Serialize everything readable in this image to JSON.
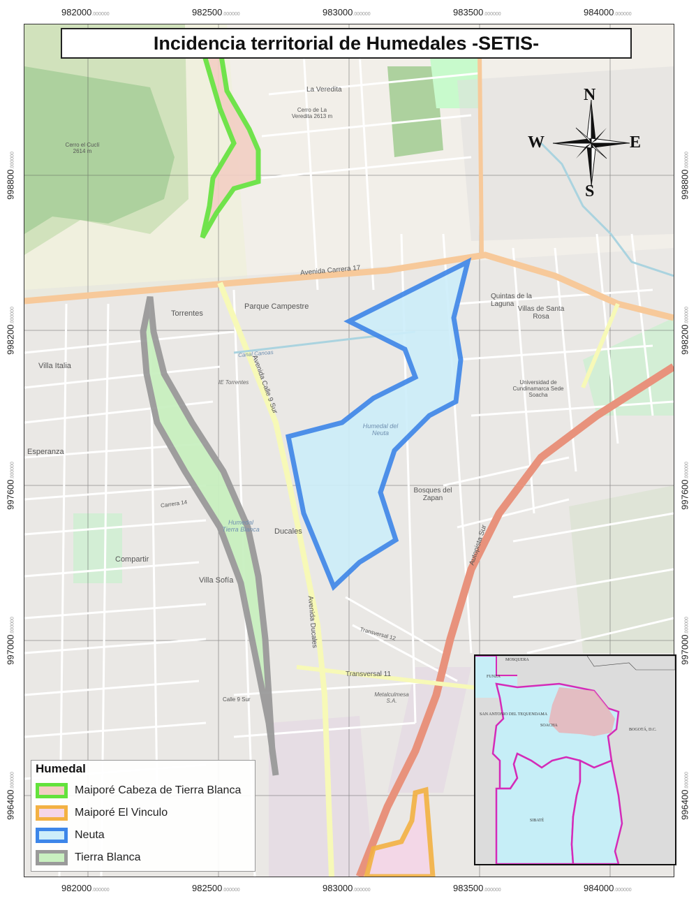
{
  "title": "Incidencia territorial de Humedales -SETIS-",
  "x_ticks": [
    {
      "main": "982000",
      "dec": ".000000"
    },
    {
      "main": "982500",
      "dec": ".000000"
    },
    {
      "main": "983000",
      "dec": ".000000"
    },
    {
      "main": "983500",
      "dec": ".000000"
    },
    {
      "main": "984000",
      "dec": ".000000"
    }
  ],
  "y_ticks": [
    {
      "main": "998800",
      "dec": ".000000"
    },
    {
      "main": "998200",
      "dec": ".000000"
    },
    {
      "main": "997600",
      "dec": ".000000"
    },
    {
      "main": "997000",
      "dec": ".000000"
    },
    {
      "main": "996400",
      "dec": ".000000"
    }
  ],
  "compass": {
    "n": "N",
    "s": "S",
    "e": "E",
    "w": "W"
  },
  "legend": {
    "title": "Humedal",
    "items": [
      {
        "label": "Maiporé Cabeza de Tierra Blanca",
        "fill": "#f3cfc4",
        "stroke": "#63e23c"
      },
      {
        "label": "Maiporé El Vinculo",
        "fill": "#f5d6e8",
        "stroke": "#f3b143"
      },
      {
        "label": "Neuta",
        "fill": "#cdeefa",
        "stroke": "#3d86e9"
      },
      {
        "label": "Tierra Blanca",
        "fill": "#c9f0c0",
        "stroke": "#9a9a9a"
      }
    ]
  },
  "inset": {
    "labels": {
      "mosquera": "MOSQUERA",
      "funza": "FUNZA",
      "san_antonio": "SAN ANTONIO DEL TEQUENDAMA",
      "soacha": "SOACHA",
      "bogota": "BOGOTÁ, D.C.",
      "sibate": "SIBATÉ"
    },
    "colors": {
      "water": "#c6eef7",
      "land": "#dcdcdc",
      "boundary": "#d42bb8",
      "urban": "#e8b4b8"
    }
  },
  "map_labels": {
    "avenida_carrera_17": "Avenida Carrera 17",
    "parque_campestre": "Parque Campestre",
    "torrentes": "Torrentes",
    "villa_italia": "Villa Italia",
    "esperanza": "Esperanza",
    "compartir": "Compartir",
    "villa_sofia": "Villa Sofía",
    "ducales": "Ducales",
    "bosques_del_zapan": "Bosques del Zapan",
    "villas_de_santa_rosa": "Villas de Santa Rosa",
    "quintas_de_la_laguna": "Quintas de la Laguna",
    "la_veredita": "La Veredita",
    "autopista_sur": "Autopista Sur",
    "transversal_11": "Transversal 11",
    "avenida_calle_9_sur": "Avenida Calle 9 Sur",
    "avenida_ducales": "Avenida Ducales",
    "humedal_neuta": "Humedal del Neuta",
    "humedal_tierra_blanca": "Humedal Tierra Blanca",
    "universidad": "Universidad de Cundinamarca Sede Soacha",
    "cerro_el_cucli": "Cerro el Cuclí 2614 m",
    "cerro_veredita": "Cerro de La Veredita 2613 m",
    "metalculmesa": "Metalculmesa S.A.",
    "canal_canoas": "Canal Canoas",
    "ie_torrentes": "IE Torrentes",
    "transversal_12": "Transversal 12",
    "carrera_14": "Carrera 14",
    "calle_9_sur": "Calle 9 Sur"
  }
}
